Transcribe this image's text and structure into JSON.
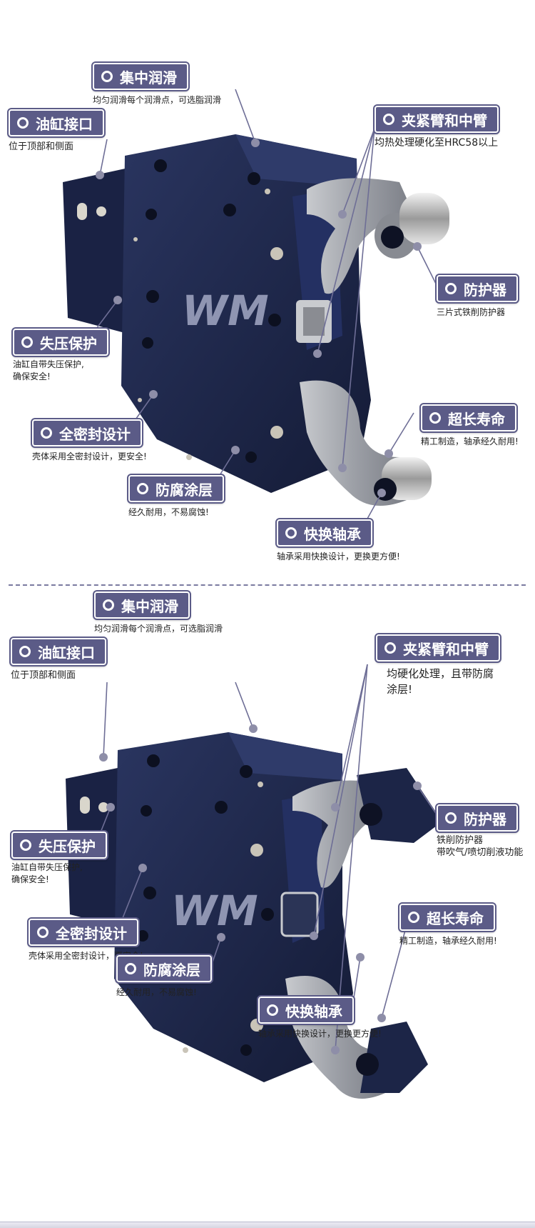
{
  "colors": {
    "tag_bg": "#5b5b87",
    "body_navy": "#1c2547",
    "arm_silver": "#a3a6ae",
    "leader_line": "#6e6e96"
  },
  "section1": {
    "logo": "WM",
    "callouts": {
      "lubrication": {
        "title": "集中润滑",
        "desc": "均匀润滑每个润滑点，可选脂润滑"
      },
      "cylinder_port": {
        "title": "油缸接口",
        "desc": "位于顶部和侧面"
      },
      "clamp_arm": {
        "title": "夹紧臂和中臂",
        "desc": "均热处理硬化至HRC58以上"
      },
      "guard": {
        "title": "防护器",
        "desc": "三片式铁削防护器"
      },
      "pressure": {
        "title": "失压保护",
        "desc_1": "油缸自带失压保护,",
        "desc_2": "确保安全!"
      },
      "sealed": {
        "title": "全密封设计",
        "desc": "壳体采用全密封设计，更安全!"
      },
      "long_life": {
        "title": "超长寿命",
        "desc": "精工制造，轴承经久耐用!"
      },
      "anticorrosion": {
        "title": "防腐涂层",
        "desc": "经久耐用，不易腐蚀!"
      },
      "bearing": {
        "title": "快换轴承",
        "desc": "轴承采用快换设计，更换更方便!"
      }
    }
  },
  "section2": {
    "logo": "WM",
    "callouts": {
      "lubrication": {
        "title": "集中润滑",
        "desc": "均匀润滑每个润滑点，可选脂润滑"
      },
      "cylinder_port": {
        "title": "油缸接口",
        "desc": "位于顶部和侧面"
      },
      "clamp_arm": {
        "title": "夹紧臂和中臂",
        "desc_1": "均硬化处理，且带防腐",
        "desc_2": "涂层!"
      },
      "guard": {
        "title": "防护器",
        "desc_1": "铁削防护器",
        "desc_2": "带吹气/喷切削液功能"
      },
      "pressure": {
        "title": "失压保护",
        "desc_1": "油缸自带失压保护,",
        "desc_2": "确保安全!"
      },
      "sealed": {
        "title": "全密封设计",
        "desc": "壳体采用全密封设计，更安全!"
      },
      "long_life": {
        "title": "超长寿命",
        "desc": "精工制造，轴承经久耐用!"
      },
      "anticorrosion": {
        "title": "防腐涂层",
        "desc": "经久耐用，不易腐蚀!"
      },
      "bearing": {
        "title": "快换轴承",
        "desc": "轴承采用快换设计，更换更方便!"
      }
    }
  }
}
